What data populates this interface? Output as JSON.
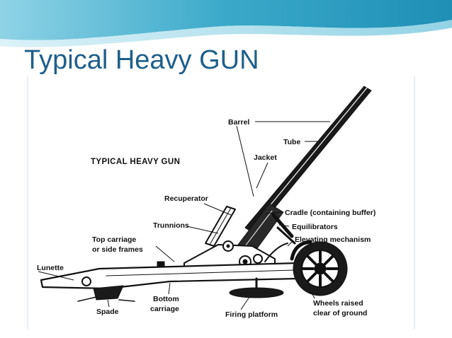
{
  "slide": {
    "title": "Typical Heavy GUN",
    "colors": {
      "title": "#1e5f8a",
      "wave_dark": "#2a9fc0",
      "wave_light": "#9fd8e8"
    }
  },
  "figure": {
    "heading": "TYPICAL HEAVY GUN",
    "labels": {
      "barrel": "Barrel",
      "tube": "Tube",
      "jacket": "Jacket",
      "recuperator": "Recuperator",
      "cradle": "Cradle (containing buffer)",
      "trunnions": "Trunnions",
      "equilibrators": "Equilibrators",
      "top_carriage_1": "Top carriage",
      "top_carriage_2": "or side frames",
      "elevating": "Elevating mechanism",
      "lunette": "Lunette",
      "bottom_carriage_1": "Bottom",
      "bottom_carriage_2": "carriage",
      "spade": "Spade",
      "firing_platform": "Firing platform",
      "wheels_1": "Wheels raised",
      "wheels_2": "clear of ground"
    }
  }
}
